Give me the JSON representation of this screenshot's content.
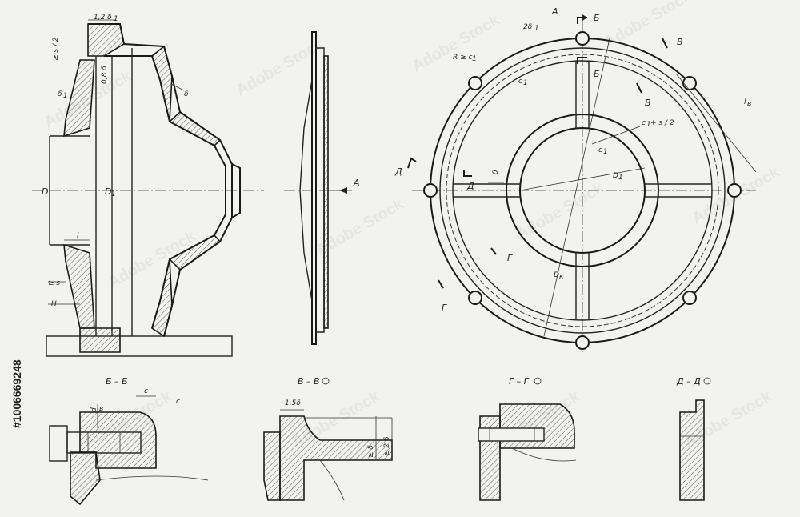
{
  "watermark": {
    "text": "Adobe Stock",
    "id_text": "#1006669248"
  },
  "side_view": {
    "labels": {
      "top_wall": "1,2 δ",
      "top_wall_sub": "1",
      "s_half": "≥ s / 2",
      "delta1": "δ",
      "delta1_sub": "1",
      "wall_08": "0,8 δ",
      "wall_08_sub": "1",
      "delta": "δ",
      "D": "D",
      "D1": "D",
      "D1_sub": "1",
      "l": "l",
      "ge_s": "≥ s",
      "H": "H"
    }
  },
  "middle_view": {
    "labels": {
      "view_A": "A"
    }
  },
  "plan_view": {
    "labels": {
      "A": "A",
      "B_top": "Б",
      "B_top2": "Б",
      "V1": "В",
      "V2": "В",
      "two_delta1": "2δ",
      "two_delta1_sub": "1",
      "R": "R ≥ c",
      "R_sub": "1",
      "c1": "c",
      "c1_sub": "1",
      "c1_s2": "c",
      "c1_s2_sub": "1",
      "c1_s2_tail": "+ s / 2",
      "c1b": "c",
      "c1b_sub": "1",
      "lv": "l",
      "lv_sub": "в",
      "D_left": "Д",
      "D_inner": "Д",
      "delta_o": "δ",
      "delta_o_sub": "о",
      "D1": "D",
      "D1_sub": "1",
      "Dk": "D",
      "Dk_sub": "к",
      "G1": "Г",
      "G2": "Г"
    }
  },
  "sections": {
    "BB": {
      "title": "Б – Б",
      "c1": "c",
      "c2": "c",
      "dv": "d",
      "dv_sub": "в"
    },
    "VV": {
      "title": "В – В",
      "w": "1,5δ",
      "ge_d": "≥ δ",
      "ge_2d": "≥ 2 δ"
    },
    "GG": {
      "title": "Г – Г"
    },
    "DD": {
      "title": "Д – Д"
    }
  }
}
